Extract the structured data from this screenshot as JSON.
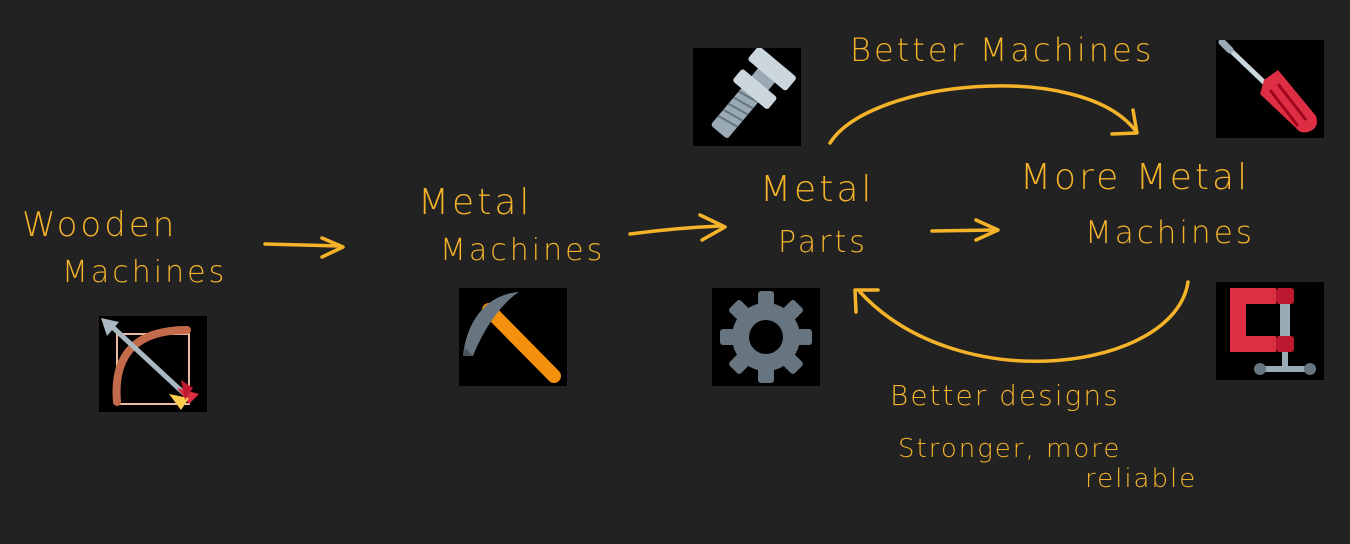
{
  "colors": {
    "background": "#222222",
    "ink": "#f5b32a",
    "icon_bg": "#000000"
  },
  "nodes": {
    "wooden": {
      "line1": "Wooden",
      "line2": "Machines",
      "icon": "bow-and-arrow-icon"
    },
    "metal_machines": {
      "line1": "Metal",
      "line2": "Machines",
      "icon": "pick-icon"
    },
    "metal_parts": {
      "line1": "Metal",
      "line2": "Parts",
      "icon_top": "nut-and-bolt-icon",
      "icon_bottom": "gear-icon"
    },
    "more_metal": {
      "line1": "More Metal",
      "line2": "Machines",
      "icon_top": "screwdriver-icon",
      "icon_bottom": "clamp-icon"
    }
  },
  "edges": {
    "top_loop": "Better Machines",
    "bottom_loop_line1": "Better designs",
    "bottom_loop_line2": "Stronger, more",
    "bottom_loop_line3": "reliable"
  }
}
